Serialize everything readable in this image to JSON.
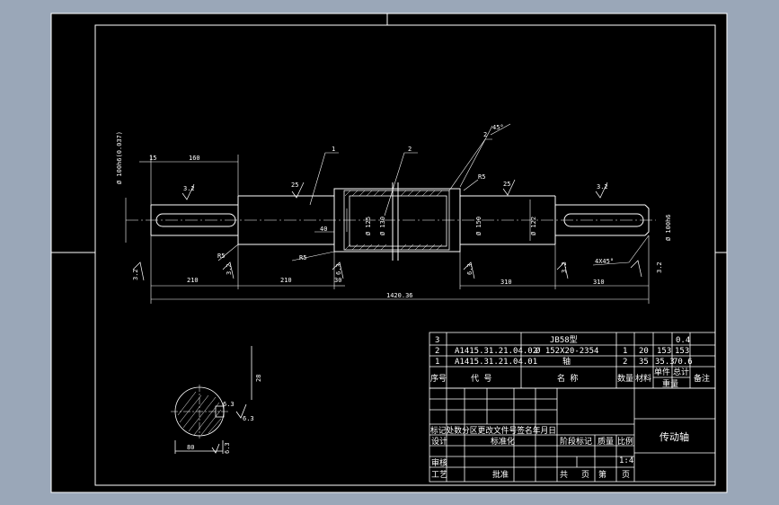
{
  "colors": {
    "background": "#9aa7b8",
    "paper": "#000000",
    "line": "#ffffff",
    "dim": "#ffffff"
  },
  "drawing": {
    "dims": {
      "d_end_left": "Ø 100h6(0.037)",
      "len_15": "15",
      "len_160": "160",
      "rough_left": "3.2",
      "rough_mid": "25",
      "rough_right": "3.2",
      "rough_r": "25",
      "dia_125": "Ø 125",
      "dia_130": "Ø 130",
      "dia_150": "Ø 150",
      "dia_122": "Ø 122",
      "dia_100": "Ø 100h6",
      "r5_top": "R5",
      "r5_left": "R5",
      "r5_mid": "R5",
      "dim_40": "40",
      "seg_210a": "210",
      "seg_210b": "210",
      "seg_30": "30",
      "seg_310a": "310",
      "seg_310b": "310",
      "total": "1420.36",
      "chamfer_top": "45°",
      "chamfer_right": "4X45°",
      "leader_1": "1",
      "leader_2a": "2",
      "leader_2b": "2",
      "rough_small": [
        "3.2",
        "3.2",
        "6.3",
        "6.3",
        "3.2",
        "3.2",
        "3.2"
      ],
      "section_width": "28"
    },
    "section": {
      "dim_keyway": "6.3",
      "dim_depth": "6.3",
      "dim_bottom": "80",
      "dim_right": "6.3",
      "dim_vertical": "28"
    }
  },
  "parts_table": {
    "rows": [
      {
        "no": "3",
        "code": "",
        "name": "JB58型",
        "qty": "",
        "mat": "",
        "w1": "",
        "w2": "0.4"
      },
      {
        "no": "2",
        "code": "A1415.31.21.04.02",
        "name": "Ø 152X20-2354",
        "qty": "1",
        "mat": "20",
        "w1": "153",
        "w2": "153"
      },
      {
        "no": "1",
        "code": "A1415.31.21.04.01",
        "name": "轴",
        "qty": "2",
        "mat": "35",
        "w1": "35.3",
        "w2": "70.6"
      }
    ],
    "header": {
      "no": "序号",
      "code": "代 号",
      "name": "名 称",
      "qty": "数量",
      "mat": "材料",
      "single": "单件",
      "total": "总计",
      "weight": "重量",
      "remark": "备注"
    }
  },
  "title_block": {
    "row_marks": "标记处数分区更改文件号签名年月日",
    "design": "设计",
    "standard": "标准化",
    "stage_mark": "阶段标记",
    "mass": "质量",
    "scale": "比例",
    "check": "审核",
    "process": "工艺",
    "approve": "批准",
    "total_sheets": "共",
    "sheet": "页",
    "page_no": "第",
    "page": "页",
    "scale_val": "1:4",
    "title": "传动轴"
  }
}
